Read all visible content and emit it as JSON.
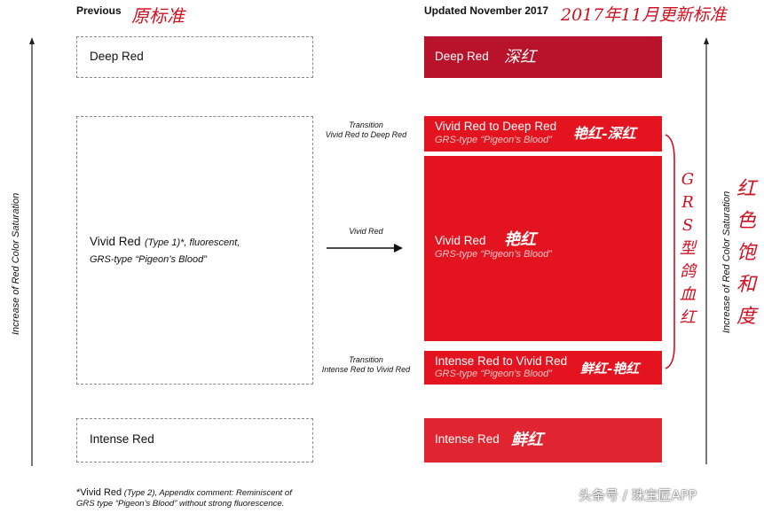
{
  "header": {
    "previous": "Previous",
    "previous_cn": "原标准",
    "updated": "Updated November 2017",
    "updated_cn": "2017年11月更新标准"
  },
  "axis": {
    "left_label": "Increase of Red Color Saturation",
    "right_label": "Increase of Red Color Saturation",
    "right_label_cn": [
      "红",
      "色",
      "饱",
      "和",
      "度"
    ]
  },
  "previous_boxes": {
    "deep_red": "Deep Red",
    "vivid_red_main": "Vivid Red",
    "vivid_red_type": "(Type 1)*, fluorescent,",
    "vivid_red_grs": "GRS-type “Pigeon’s Blood”",
    "intense_red": "Intense Red"
  },
  "transitions": {
    "upper_title": "Transition",
    "upper_sub": "Vivid Red to Deep Red",
    "middle": "Vivid Red",
    "lower_title": "Transition",
    "lower_sub": "Intense Red to Vivid Red"
  },
  "updated_boxes": {
    "deep_red": "Deep Red",
    "deep_red_cn": "深红",
    "vivid_to_deep": "Vivid Red to Deep Red",
    "vivid_to_deep_grs": "GRS-type “Pigeon’s Blood”",
    "vivid_to_deep_cn": "艳红-深红",
    "vivid_red": "Vivid Red",
    "vivid_red_grs": "GRS-type “Pigeon’s Blood”",
    "vivid_red_cn": "艳红",
    "intense_to_vivid": "Intense Red to Vivid Red",
    "intense_to_vivid_grs": "GRS-type “Pigeon’s Blood”",
    "intense_to_vivid_cn": "鲜红-艳红",
    "intense_red": "Intense Red",
    "intense_red_cn": "鲜红"
  },
  "bracket_cn": [
    "G",
    "R",
    "S",
    "型",
    "鸽",
    "血",
    "红"
  ],
  "footnote": {
    "line1_bold": "*Vivid Red",
    "line1_rest": " (Type 2), Appendix comment: Reminiscent of",
    "line2": "GRS type “Pigeon’s Blood” without strong fluorescence."
  },
  "watermark": "头条号 / 珠宝匠APP",
  "colors": {
    "deep_red": "#b8132a",
    "vivid_red": "#e3141f",
    "intense_red": "#e02530"
  }
}
